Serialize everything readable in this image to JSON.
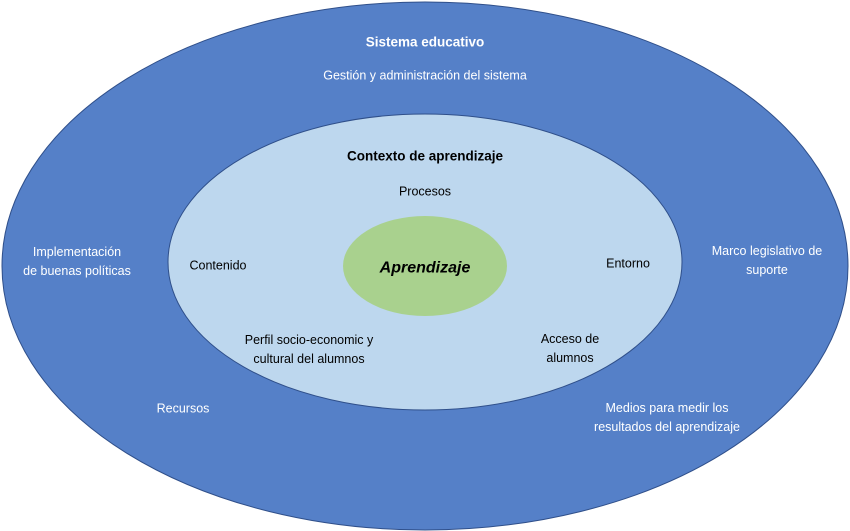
{
  "colors": {
    "outer": "#5580c8",
    "inner": "#bdd7ee",
    "core": "#a9d18e",
    "border": "#2f4f8a"
  },
  "outer": {
    "title": "Sistema educativo",
    "items": {
      "management": "Gestión y administración del sistema",
      "policies": [
        "Implementación",
        "de buenas políticas"
      ],
      "legislation": [
        "Marco legislativo de",
        "suporte"
      ],
      "resources": "Recursos",
      "measurement": [
        "Medios para medir los",
        "resultados del aprendizaje"
      ]
    }
  },
  "inner": {
    "title": "Contexto de aprendizaje",
    "items": {
      "processes": "Procesos",
      "content": "Contenido",
      "environment": "Entorno",
      "profile": [
        "Perfil socio-economic y",
        "cultural del alumnos"
      ],
      "access": [
        "Acceso de",
        "alumnos"
      ]
    }
  },
  "core": {
    "title": "Aprendizaje"
  }
}
